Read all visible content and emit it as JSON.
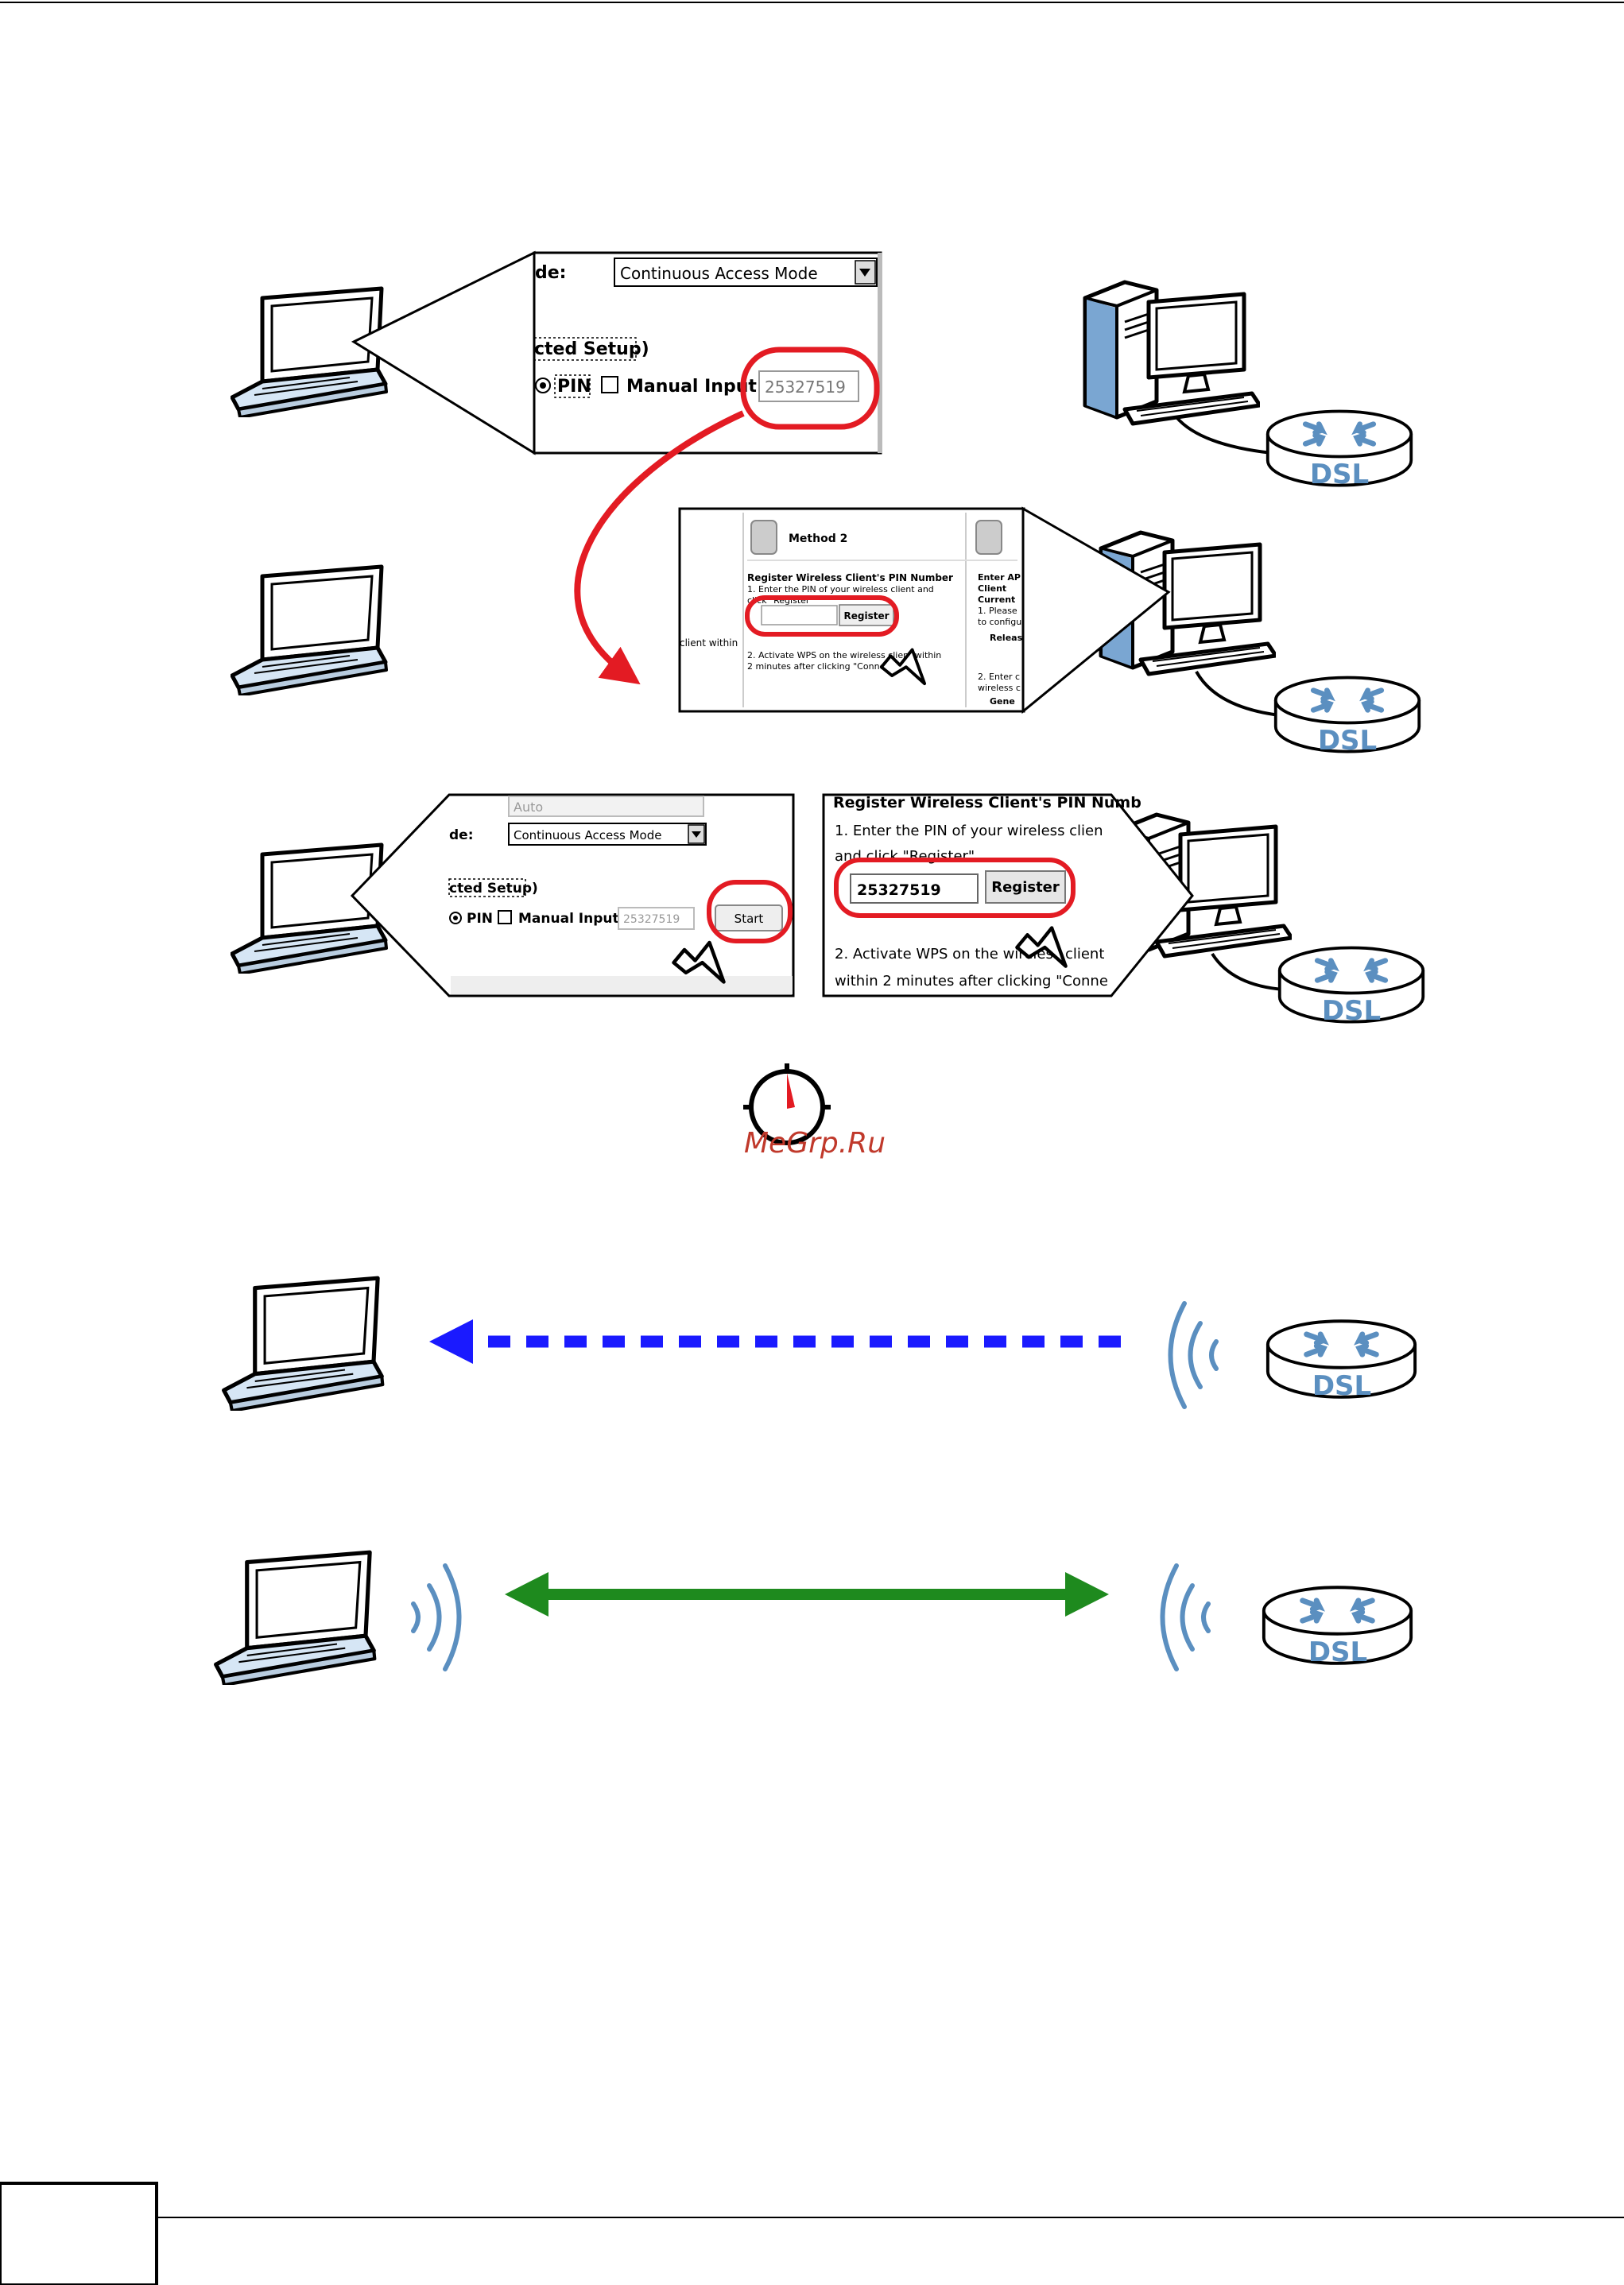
{
  "panel1": {
    "mode_label": "de:",
    "mode_value": "Continuous Access Mode",
    "setup_label": "cted Setup)",
    "pin_label": "PIN",
    "manual_input_label": "Manual Input",
    "pin_value": "25327519"
  },
  "panel2": {
    "method_title": "Method 2",
    "register_heading": "Register Wireless Client's PIN Number",
    "step1": "1. Enter the PIN of your wireless client and",
    "step1_cont": "click \"Register\"",
    "register_button": "Register",
    "left_text": "client within",
    "step2a": "2. Activate WPS on the wireless client within",
    "step2b": "2 minutes after clicking \"Conne",
    "right_col": [
      "Enter AP",
      "Client",
      "Current",
      "1. Please",
      "to configu",
      "Releas",
      "2. Enter c",
      "wireless c",
      "Gene"
    ]
  },
  "panel3": {
    "auto_value": "Auto",
    "mode_label": "de:",
    "mode_value": "Continuous Access Mode",
    "setup_label": "cted Setup)",
    "pin_label": "PIN",
    "manual_input_label": "Manual Input",
    "pin_value": "25327519",
    "start_button": "Start"
  },
  "panel4": {
    "heading": "Register Wireless Client's PIN Numb",
    "step1": "1. Enter the PIN of your wireless clien",
    "step1b": "and click \"Register\"",
    "pin_value": "25327519",
    "register_button": "Register",
    "step2a": "2. Activate WPS on the wireless client",
    "step2b": "within 2 minutes after clicking \"Conne"
  },
  "router_label": "DSL",
  "watermark": "MeGrp.Ru",
  "colors": {
    "highlight_red": "#e31b23",
    "dashed_blue": "#1a1aff",
    "arrow_green": "#1e8a1e",
    "router_blue": "#5b8fc0"
  }
}
